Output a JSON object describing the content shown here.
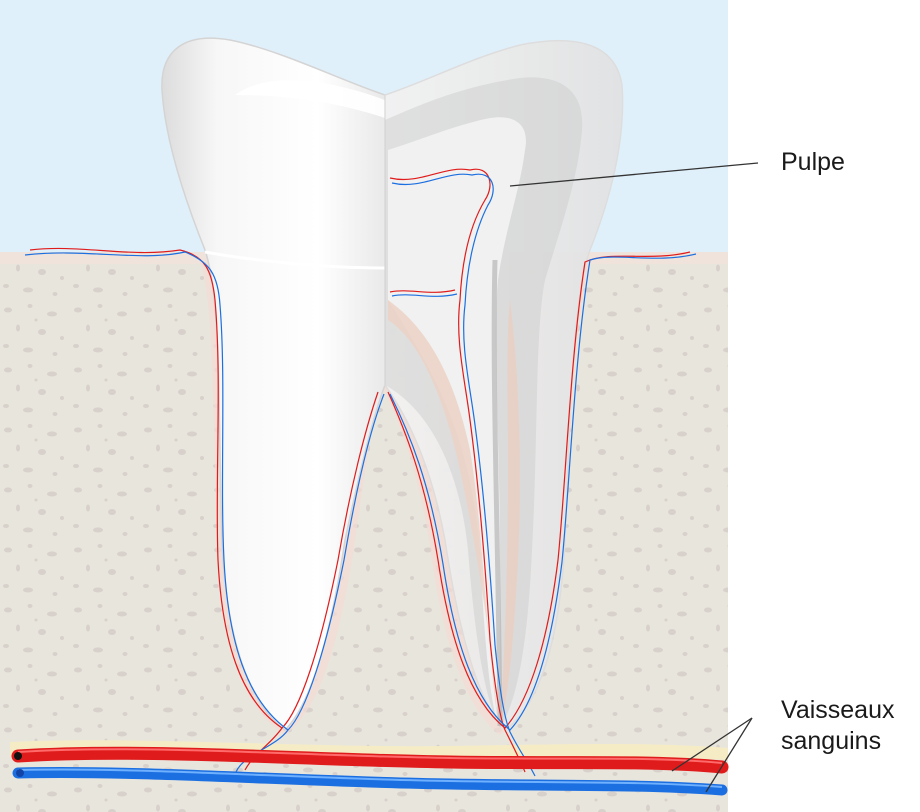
{
  "labels": {
    "pulpe": "Pulpe",
    "vaisseaux_line1": "Vaisseaux",
    "vaisseaux_line2": "sanguins"
  },
  "colors": {
    "sky": "#e0f0fa",
    "bone": "#e8e5dd",
    "bone_spots": "#d9d2cc",
    "gum": "#f3e4df",
    "tooth": "#f4f4f4",
    "pulp": "#e9d7cd",
    "artery": "#e01b1b",
    "vein": "#1c6fe0",
    "nerve_band": "#f5ecc6",
    "leader_line": "#333333"
  }
}
